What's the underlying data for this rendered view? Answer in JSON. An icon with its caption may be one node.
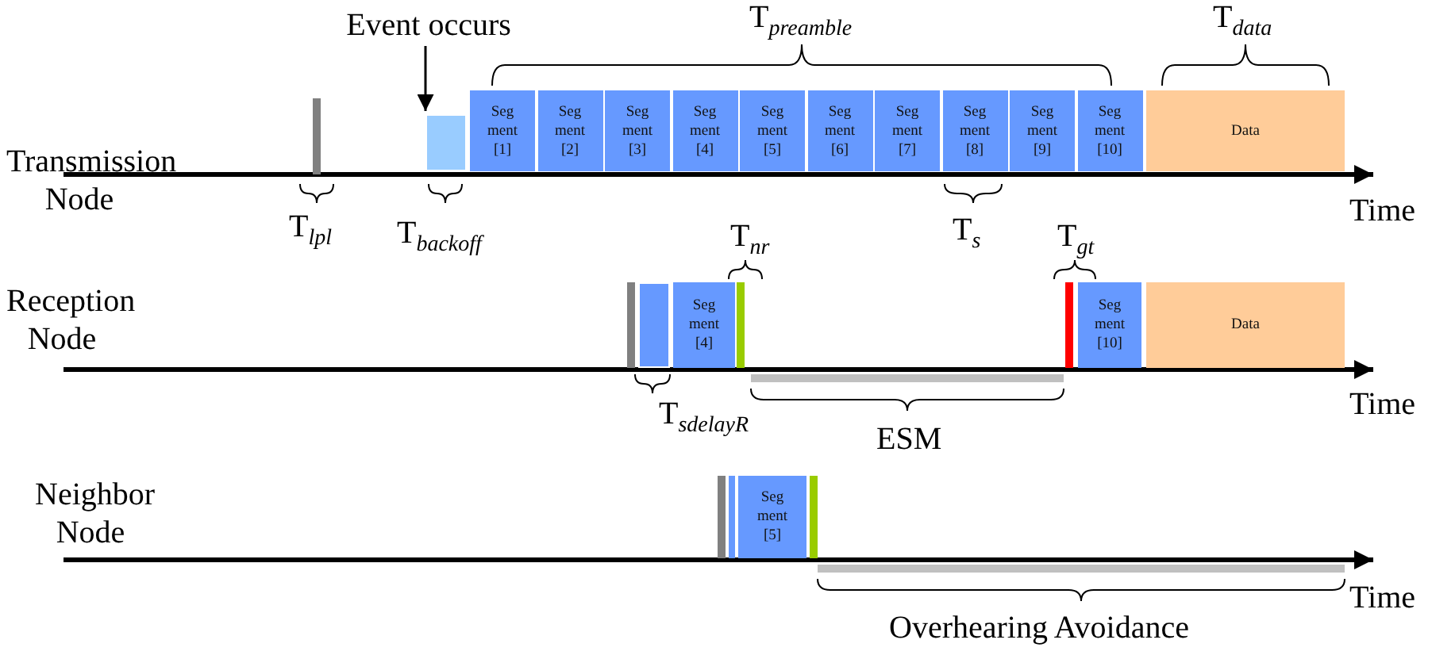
{
  "diagram": {
    "nodes": [
      {
        "text": [],
        "shape": "bar"
      },
      {
        "text": [
          "Event occurs"
        ]
      },
      {
        "text": [],
        "shape": "box"
      },
      {
        "text": [
          "Seg ment [1]"
        ]
      },
      {
        "text": [
          "Seg ment [2]"
        ]
      },
      {
        "text": [
          "Seg ment [3]"
        ]
      },
      {
        "text": [
          "Seg ment [4]"
        ]
      },
      {
        "text": [
          "Seg ment [5]"
        ]
      },
      {
        "text": [
          "Seg ment [6]"
        ]
      },
      {
        "text": [
          "Seg ment [7]"
        ]
      },
      {
        "text": [
          "Seg ment [8]"
        ]
      },
      {
        "text": [
          "Seg ment [9]"
        ]
      },
      {
        "text": [
          "Seg ment [10]"
        ]
      },
      {
        "text": [
          "Data"
        ]
      },
      {
        "text": [],
        "shape": "bar"
      },
      {
        "text": [],
        "shape": "box"
      },
      {
        "text": [
          "Seg ment [4]"
        ]
      },
      {
        "text": [],
        "shape": "bar"
      },
      {
        "text": [],
        "shape": "bar"
      },
      {
        "text": [
          "Seg ment [10]"
        ]
      },
      {
        "text": [
          "Data"
        ]
      },
      {
        "text": [],
        "shape": "bar"
      },
      {
        "text": [],
        "shape": "bar"
      },
      {
        "text": [
          "Seg ment [5]"
        ]
      },
      {
        "text": [],
        "shape": "bar"
      }
    ],
    "edges": [
      {
        "from": 1,
        "to": 2,
        "arrow": "to"
      }
    ],
    "labels": [
      "T$_{preamble}$",
      "T$_{data}$",
      "Transmission Node",
      "Time",
      "T$_{lpl}$",
      "T$_{backoff}$",
      "T$_{nr}$",
      "T$_{s}$",
      "T$_{gt}$",
      "Reception Node",
      "Time",
      "T$_{sdelayR}$",
      "ESM",
      "Neighbor Node",
      "Time",
      "Overhearing Avoidance"
    ]
  }
}
